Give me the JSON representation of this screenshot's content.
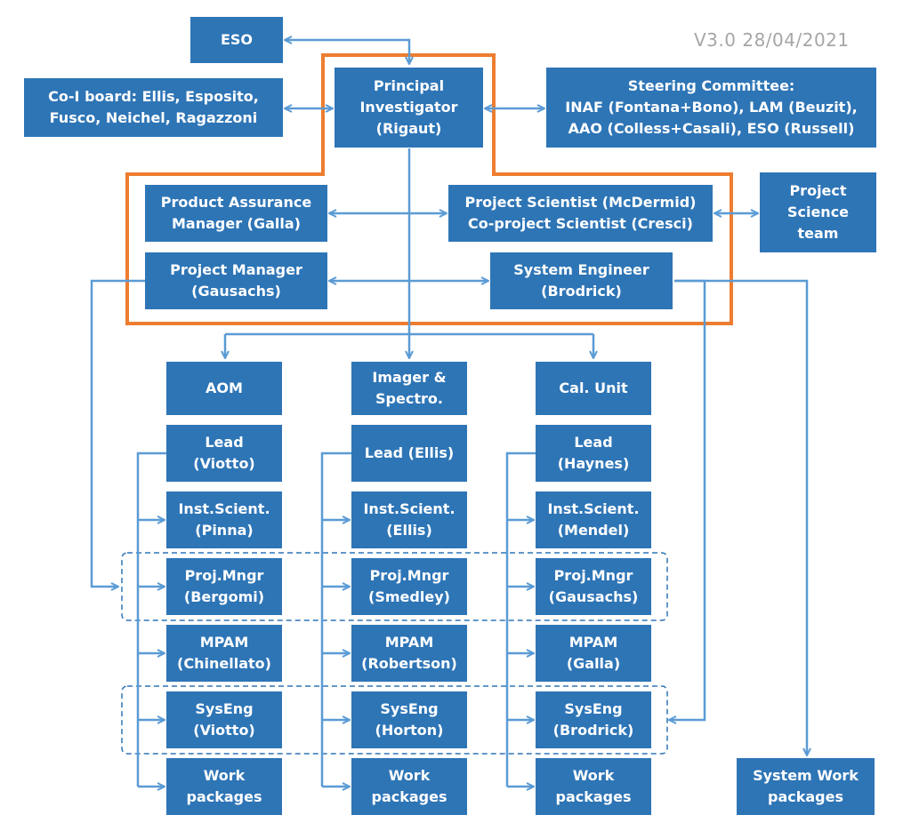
{
  "version": "V3.0 28/04/2021",
  "colors": {
    "box": "#2e75b6",
    "line": "#5b9bd5",
    "highlight": "#ed7d31"
  },
  "boxes": {
    "eso": "ESO",
    "coi": "Co-I board: Ellis, Esposito,\nFusco, Neichel, Ragazzoni",
    "pi": "Principal\nInvestigator\n(Rigaut)",
    "steering": "Steering Committee:\nINAF (Fontana+Bono), LAM (Beuzit),\nAAO (Colless+Casali), ESO (Russell)",
    "pam": "Product Assurance\nManager (Galla)",
    "ps": "Project Scientist (McDermid)\nCo-project Scientist (Cresci)",
    "pst": "Project\nScience\nteam",
    "pm": "Project Manager\n(Gausachs)",
    "se": "System Engineer\n(Brodrick)",
    "aom": "AOM",
    "imager": "Imager &\nSpectro.",
    "cal": "Cal. Unit",
    "sys_wp": "System Work\npackages"
  },
  "columns": [
    {
      "lead": "Lead\n(Viotto)",
      "inst": "Inst.Scient.\n(Pinna)",
      "proj": "Proj.Mngr\n(Bergomi)",
      "mpam": "MPAM\n(Chinellato)",
      "syseng": "SysEng\n(Viotto)",
      "wp": "Work\npackages"
    },
    {
      "lead": "Lead (Ellis)",
      "inst": "Inst.Scient.\n(Ellis)",
      "proj": "Proj.Mngr\n(Smedley)",
      "mpam": "MPAM\n(Robertson)",
      "syseng": "SysEng\n(Horton)",
      "wp": "Work\npackages"
    },
    {
      "lead": "Lead\n(Haynes)",
      "inst": "Inst.Scient.\n(Mendel)",
      "proj": "Proj.Mngr\n(Gausachs)",
      "mpam": "MPAM\n(Galla)",
      "syseng": "SysEng\n(Brodrick)",
      "wp": "Work\npackages"
    }
  ]
}
